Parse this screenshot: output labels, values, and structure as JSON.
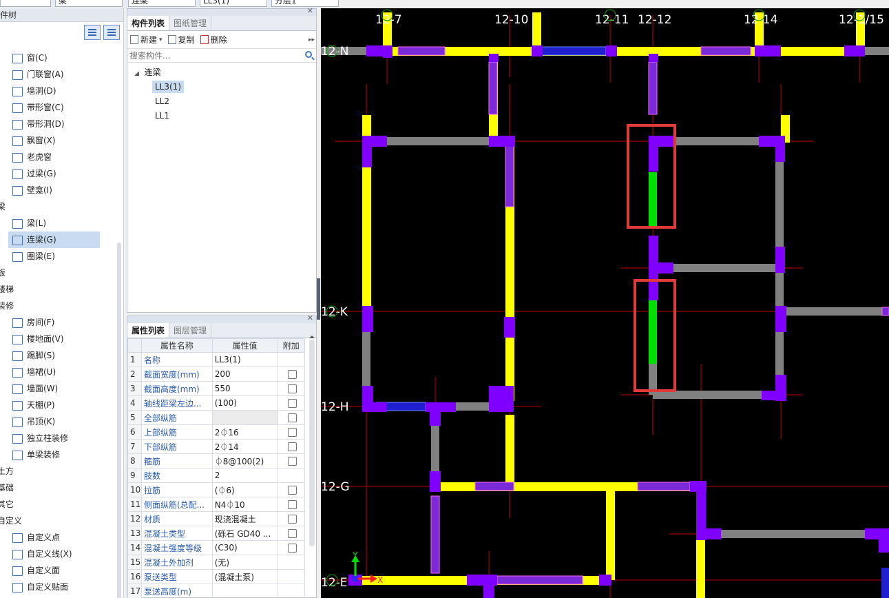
{
  "toolbar": {
    "combos": [
      "",
      "梁",
      "连梁",
      "LL3(1)",
      "分层1"
    ]
  },
  "tree": {
    "header": "构件树",
    "items": [
      {
        "label": "窗(C)",
        "kind": "sub"
      },
      {
        "label": "门联窗(A)",
        "kind": "sub"
      },
      {
        "label": "墙洞(D)",
        "kind": "sub"
      },
      {
        "label": "带形窗(C)",
        "kind": "sub"
      },
      {
        "label": "带形洞(D)",
        "kind": "sub"
      },
      {
        "label": "飘窗(X)",
        "kind": "sub"
      },
      {
        "label": "老虎窗",
        "kind": "sub"
      },
      {
        "label": "过梁(G)",
        "kind": "sub"
      },
      {
        "label": "壁龛(I)",
        "kind": "sub"
      },
      {
        "label": "梁",
        "kind": "cat"
      },
      {
        "label": "梁(L)",
        "kind": "sub"
      },
      {
        "label": "连梁(G)",
        "kind": "sub",
        "selected": true
      },
      {
        "label": "圈梁(E)",
        "kind": "sub"
      },
      {
        "label": "板",
        "kind": "cat"
      },
      {
        "label": "楼梯",
        "kind": "cat"
      },
      {
        "label": "装修",
        "kind": "cat"
      },
      {
        "label": "房间(F)",
        "kind": "sub"
      },
      {
        "label": "楼地面(V)",
        "kind": "sub"
      },
      {
        "label": "踢脚(S)",
        "kind": "sub"
      },
      {
        "label": "墙裙(U)",
        "kind": "sub"
      },
      {
        "label": "墙面(W)",
        "kind": "sub"
      },
      {
        "label": "天棚(P)",
        "kind": "sub"
      },
      {
        "label": "吊顶(K)",
        "kind": "sub"
      },
      {
        "label": "独立柱装修",
        "kind": "sub"
      },
      {
        "label": "单梁装修",
        "kind": "sub"
      },
      {
        "label": "土方",
        "kind": "cat"
      },
      {
        "label": "基础",
        "kind": "cat"
      },
      {
        "label": "其它",
        "kind": "cat"
      },
      {
        "label": "自定义",
        "kind": "cat"
      },
      {
        "label": "自定义点",
        "kind": "sub"
      },
      {
        "label": "自定义线(X)",
        "kind": "sub"
      },
      {
        "label": "自定义面",
        "kind": "sub"
      },
      {
        "label": "自定义贴面",
        "kind": "sub"
      }
    ]
  },
  "components": {
    "tabs": [
      "构件列表",
      "图纸管理"
    ],
    "toolbar": {
      "new": "新建",
      "copy": "复制",
      "delete": "删除"
    },
    "search_placeholder": "搜索构件...",
    "root": "连梁",
    "leaves": [
      "LL3(1)",
      "LL2",
      "LL1"
    ]
  },
  "properties": {
    "tabs": [
      "属性列表",
      "图层管理"
    ],
    "columns": [
      "属性名称",
      "属性值",
      "附加"
    ],
    "rows": [
      {
        "n": "1",
        "name": "名称",
        "value": "LL3(1)",
        "check": false
      },
      {
        "n": "2",
        "name": "截面宽度(mm)",
        "value": "200",
        "check": true
      },
      {
        "n": "3",
        "name": "截面高度(mm)",
        "value": "550",
        "check": true
      },
      {
        "n": "4",
        "name": "轴线距梁左边...",
        "value": "(100)",
        "check": true
      },
      {
        "n": "5",
        "name": "全部纵筋",
        "value": "",
        "check": true,
        "gray": true
      },
      {
        "n": "6",
        "name": "上部纵筋",
        "value": "2⏀16",
        "check": true
      },
      {
        "n": "7",
        "name": "下部纵筋",
        "value": "2⏀14",
        "check": true
      },
      {
        "n": "8",
        "name": "箍筋",
        "value": "⏀8@100(2)",
        "check": true
      },
      {
        "n": "9",
        "name": "肢数",
        "value": "2",
        "check": false
      },
      {
        "n": "10",
        "name": "拉筋",
        "value": "(⏀6)",
        "check": true
      },
      {
        "n": "11",
        "name": "侧面纵筋(总配...",
        "value": "N4⏀10",
        "check": true
      },
      {
        "n": "12",
        "name": "材质",
        "value": "现浇混凝土",
        "check": true
      },
      {
        "n": "13",
        "name": "混凝土类型",
        "value": "(砾石 GD40 ...",
        "check": true
      },
      {
        "n": "14",
        "name": "混凝土强度等级",
        "value": "(C30)",
        "check": true
      },
      {
        "n": "15",
        "name": "混凝土外加剂",
        "value": "(无)",
        "check": false
      },
      {
        "n": "16",
        "name": "泵送类型",
        "value": "(混凝土泵)",
        "check": false
      },
      {
        "n": "17",
        "name": "泵送高度(m)",
        "value": "",
        "check": false
      }
    ]
  },
  "canvas": {
    "top_axes": [
      "12-7",
      "12-10",
      "12-11",
      "12-12",
      "12-14",
      "12-1/15"
    ],
    "left_axes": [
      "12-N",
      "12-K",
      "12-H",
      "12-G",
      "12-E"
    ],
    "ucs": {
      "y": "Y",
      "x": "X"
    },
    "colors": {
      "wall": "#ffff00",
      "column": "#8000ff",
      "gray_beam": "#808080",
      "blue_beam": "#2020e0",
      "highlight": "#00e000",
      "box": "#e03030",
      "grid": "#cc0000"
    }
  }
}
